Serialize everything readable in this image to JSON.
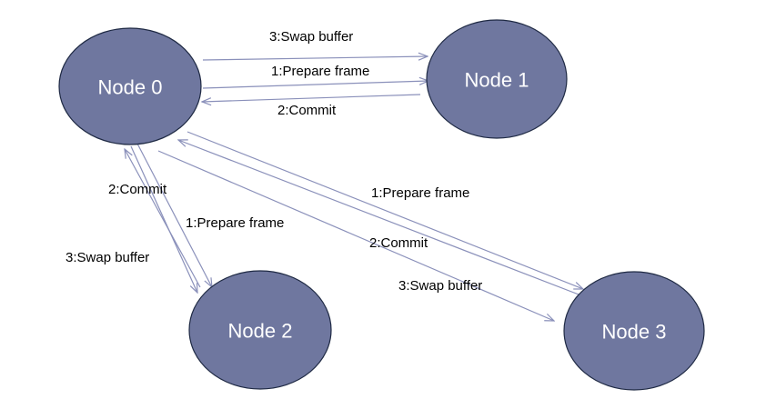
{
  "colors": {
    "node_fill": "#6f779f",
    "node_stroke": "#1f2a44",
    "node_text": "#ffffff",
    "edge": "#8a90ba",
    "label_text": "#000000"
  },
  "nodes": [
    {
      "id": "n0",
      "label": "Node 0"
    },
    {
      "id": "n1",
      "label": "Node 1"
    },
    {
      "id": "n2",
      "label": "Node 2"
    },
    {
      "id": "n3",
      "label": "Node 3"
    }
  ],
  "edges": [
    {
      "id": "e01_swap",
      "from": "n0",
      "to": "n1",
      "label": "3:Swap buffer"
    },
    {
      "id": "e01_prepare",
      "from": "n0",
      "to": "n1",
      "label": "1:Prepare frame"
    },
    {
      "id": "e10_commit",
      "from": "n1",
      "to": "n0",
      "label": "2:Commit"
    },
    {
      "id": "e20_commit",
      "from": "n2",
      "to": "n0",
      "label": "2:Commit"
    },
    {
      "id": "e02_prepare",
      "from": "n0",
      "to": "n2",
      "label": "1:Prepare frame"
    },
    {
      "id": "e02_swap",
      "from": "n0",
      "to": "n2",
      "label": "3:Swap buffer"
    },
    {
      "id": "e03_prepare",
      "from": "n0",
      "to": "n3",
      "label": "1:Prepare frame"
    },
    {
      "id": "e30_commit",
      "from": "n3",
      "to": "n0",
      "label": "2:Commit"
    },
    {
      "id": "e03_swap",
      "from": "n0",
      "to": "n3",
      "label": "3:Swap buffer"
    }
  ]
}
